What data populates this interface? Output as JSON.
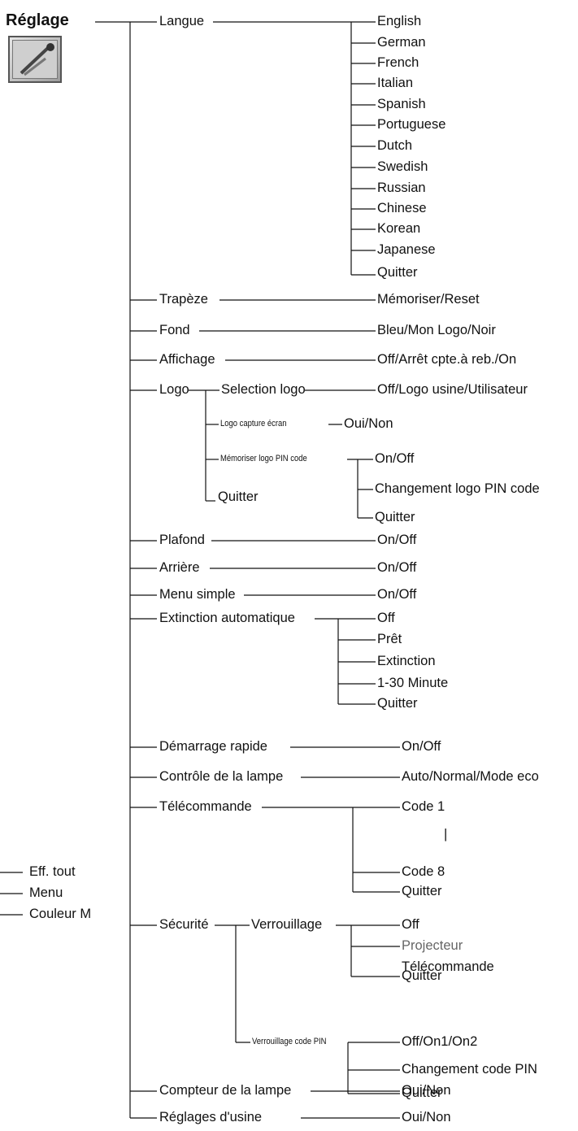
{
  "title": "Réglage",
  "icon": "wrench-screwdriver-icon",
  "items": {
    "langue": "Langue",
    "english": "English",
    "german": "German",
    "french": "French",
    "italian": "Italian",
    "spanish": "Spanish",
    "portuguese": "Portuguese",
    "dutch": "Dutch",
    "swedish": "Swedish",
    "russian": "Russian",
    "chinese": "Chinese",
    "korean": "Korean",
    "japanese": "Japanese",
    "langue_quitter": "Quitter",
    "trapeze": "Trapèze",
    "trapeze_val": "Mémoriser/Reset",
    "fond": "Fond",
    "fond_val": "Bleu/Mon Logo/Noir",
    "affichage": "Affichage",
    "affichage_val": "Off/Arrêt cpte.à reb./On",
    "logo": "Logo",
    "selection_logo": "Selection logo",
    "selection_logo_val": "Off/Logo usine/Utilisateur",
    "logo_capture": "Logo capture écran",
    "logo_capture_val": "Oui/Non",
    "memo_logo_pin": "Mémoriser logo PIN code",
    "memo_logo_pin_onoff": "On/Off",
    "changement_logo_pin": "Changement logo PIN code",
    "memo_logo_pin_quitter": "Quitter",
    "logo_quitter": "Quitter",
    "plafond": "Plafond",
    "plafond_val": "On/Off",
    "arriere": "Arrière",
    "arriere_val": "On/Off",
    "menu_simple": "Menu simple",
    "menu_simple_val": "On/Off",
    "extinction_auto": "Extinction automatique",
    "ext_off": "Off",
    "ext_pret": "Prêt",
    "ext_extinction": "Extinction",
    "ext_minute": "1-30 Minute",
    "ext_quitter": "Quitter",
    "demarrage": "Démarrage rapide",
    "demarrage_val": "On/Off",
    "controle_lampe": "Contrôle de la lampe",
    "controle_lampe_val": "Auto/Normal/Mode eco",
    "telecommande": "Télécommande",
    "code1": "Code 1",
    "code_sep": "|",
    "code8": "Code 8",
    "tele_quitter": "Quitter",
    "securite": "Sécurité",
    "verrouillage": "Verrouillage",
    "verr_off": "Off",
    "verr_projecteur": "Projecteur",
    "verr_telecommande": "Télécommande",
    "verr_quitter": "Quitter",
    "verr_pin": "Verrouillage code PIN",
    "pin_val": "Off/On1/On2",
    "changement_pin": "Changement code PIN",
    "pin_quitter": "Quitter",
    "compteur_lampe": "Compteur de la lampe",
    "compteur_lampe_val": "Oui/Non",
    "reglages_usine": "Réglages d'usine",
    "reglages_usine_val": "Oui/Non",
    "eff_tout": "Eff. tout",
    "menu": "Menu",
    "couleur_m": "Couleur M"
  }
}
